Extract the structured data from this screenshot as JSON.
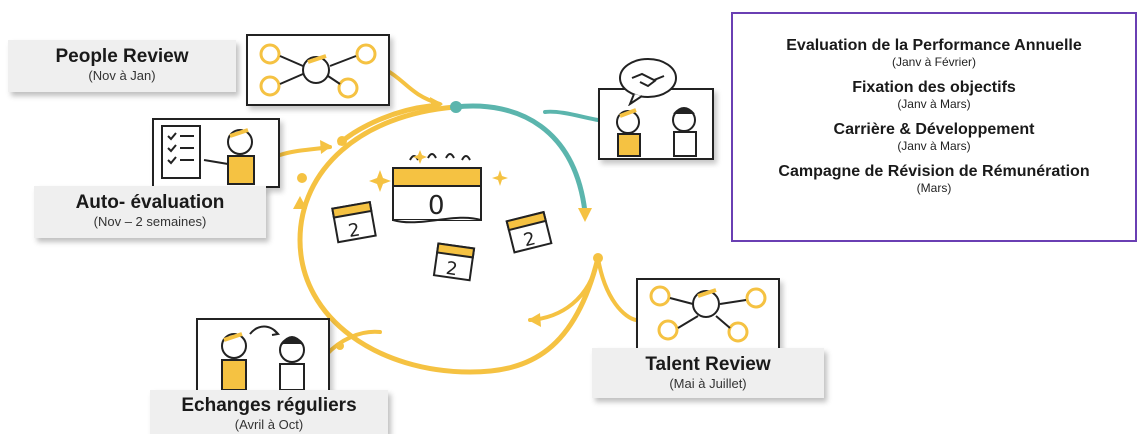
{
  "stages": {
    "people_review": {
      "title": "People Review",
      "period": "(Nov à Jan)"
    },
    "auto_evaluation": {
      "title": "Auto- évaluation",
      "period": "(Nov – 2 semaines)"
    },
    "echanges": {
      "title": "Echanges réguliers",
      "period": "(Avril à Oct)"
    },
    "talent_review": {
      "title": "Talent Review",
      "period": "(Mai à Juillet)"
    }
  },
  "info_box": {
    "items": [
      {
        "title": "Evaluation de la Performance Annuelle",
        "period": "(Janv à Février)"
      },
      {
        "title": "Fixation des objectifs",
        "period": "(Janv à Mars)"
      },
      {
        "title": "Carrière & Développement",
        "period": "(Janv à Mars)"
      },
      {
        "title": "Campagne de Révision de Rémunération",
        "period": "(Mars)"
      }
    ]
  },
  "calendar_pages": [
    "0",
    "2",
    "2",
    "2"
  ],
  "colors": {
    "accent_yellow": "#f5c242",
    "accent_teal": "#5bb5ad",
    "info_border": "#6a3fb3",
    "label_bg": "#efefef"
  }
}
